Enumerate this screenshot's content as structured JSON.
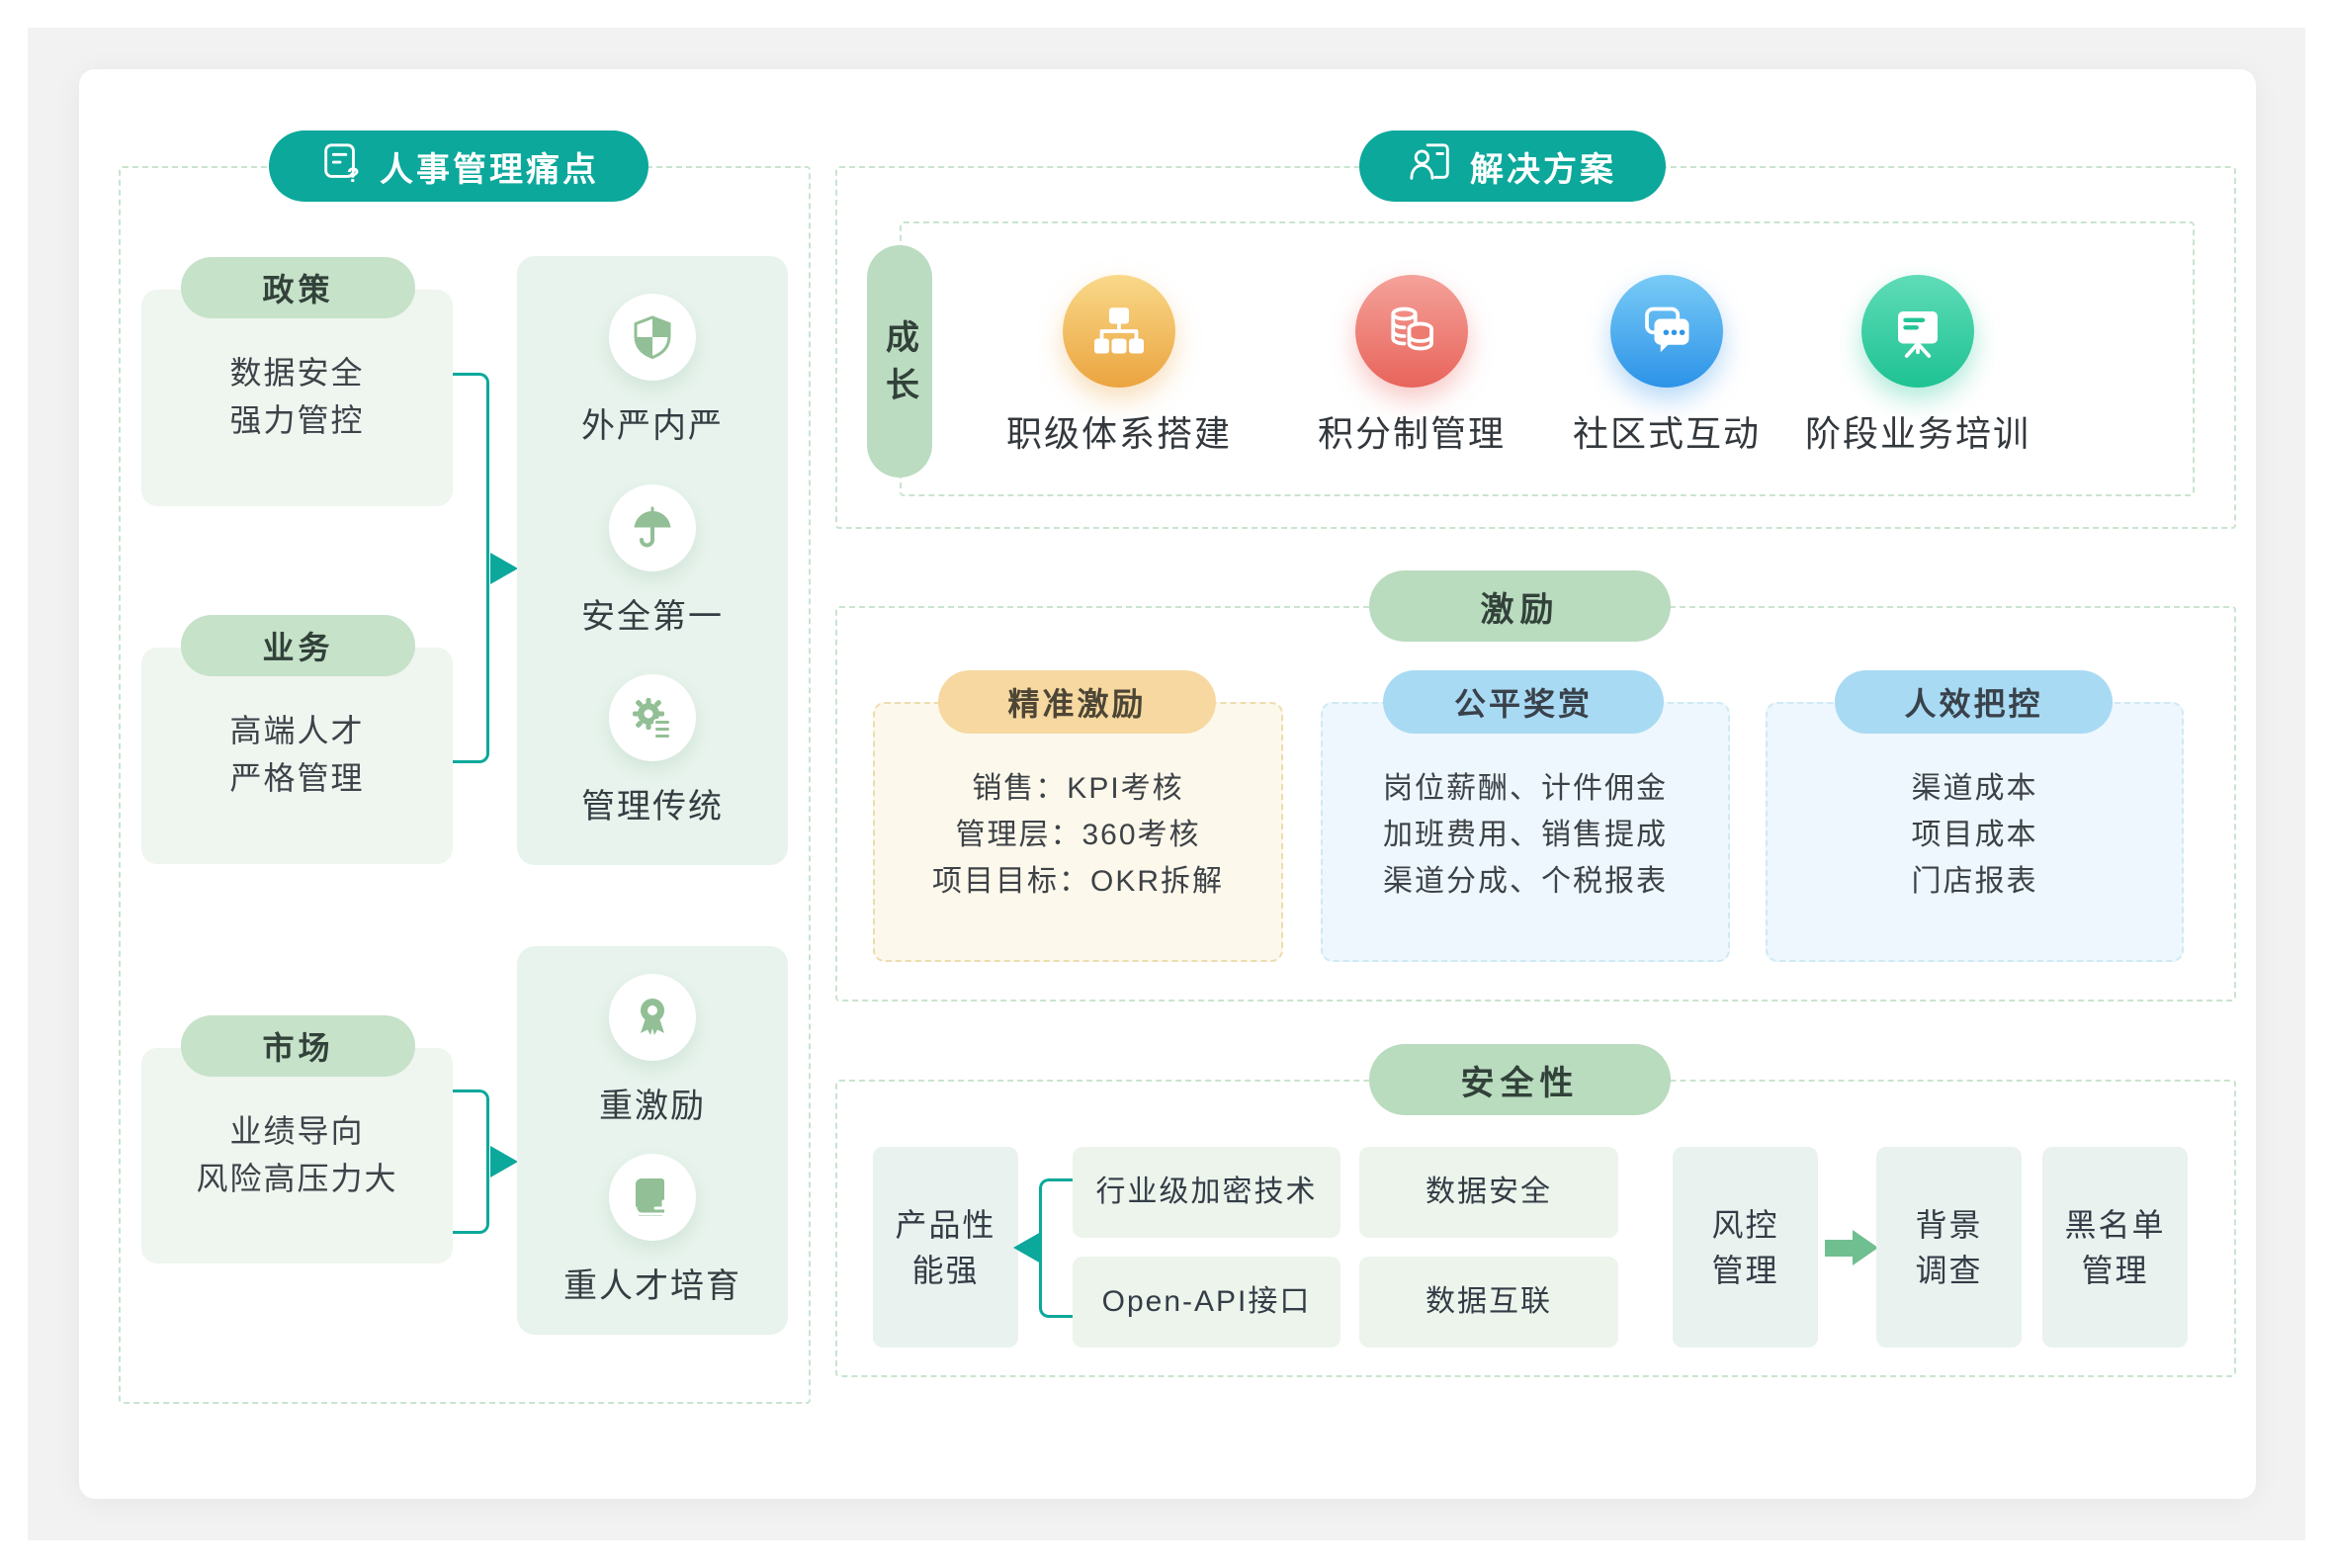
{
  "pain": {
    "badge": "人事管理痛点",
    "groups": [
      {
        "label": "政策",
        "line1": "数据安全",
        "line2": "强力管控"
      },
      {
        "label": "业务",
        "line1": "高端人才",
        "line2": "严格管理"
      },
      {
        "label": "市场",
        "line1": "业绩导向",
        "line2": "风险高压力大"
      }
    ],
    "traits_top": [
      {
        "icon": "shield-icon",
        "label": "外严内严"
      },
      {
        "icon": "umbrella-icon",
        "label": "安全第一"
      },
      {
        "icon": "gear-icon",
        "label": "管理传统"
      }
    ],
    "traits_bottom": [
      {
        "icon": "medal-icon",
        "label": "重激励"
      },
      {
        "icon": "book-icon",
        "label": "重人才培育"
      }
    ]
  },
  "solution": {
    "badge": "解决方案",
    "growth": {
      "pill": "成长",
      "items": [
        {
          "icon": "org-chart-icon",
          "label": "职级体系搭建"
        },
        {
          "icon": "coins-icon",
          "label": "积分制管理"
        },
        {
          "icon": "chat-icon",
          "label": "社区式互动"
        },
        {
          "icon": "presentation-icon",
          "label": "阶段业务培训"
        }
      ]
    },
    "incentive": {
      "pill": "激励",
      "cards": [
        {
          "title": "精准激励",
          "line1": "销售：KPI考核",
          "line2": "管理层：360考核",
          "line3": "项目目标：OKR拆解"
        },
        {
          "title": "公平奖赏",
          "line1": "岗位薪酬、计件佣金",
          "line2": "加班费用、销售提成",
          "line3": "渠道分成、个税报表"
        },
        {
          "title": "人效把控",
          "line1": "渠道成本",
          "line2": "项目成本",
          "line3": "门店报表"
        }
      ]
    },
    "security": {
      "pill": "安全性",
      "source": "产品性\n能强",
      "feature1": "行业级加密技术",
      "feature2": "Open-API接口",
      "result1": "数据安全",
      "result2": "数据互联",
      "risk": "风控\n管理",
      "check1": "背景\n调查",
      "check2": "黑名单\n管理"
    }
  },
  "colors": {
    "teal": "#0BA89B",
    "green_pill": "#B9DBBE",
    "orange_pill": "#F6D8A0",
    "blue_pill": "#A9DAF3",
    "trait_green": "#92BF95",
    "arrow_green": "#6FBF90"
  }
}
